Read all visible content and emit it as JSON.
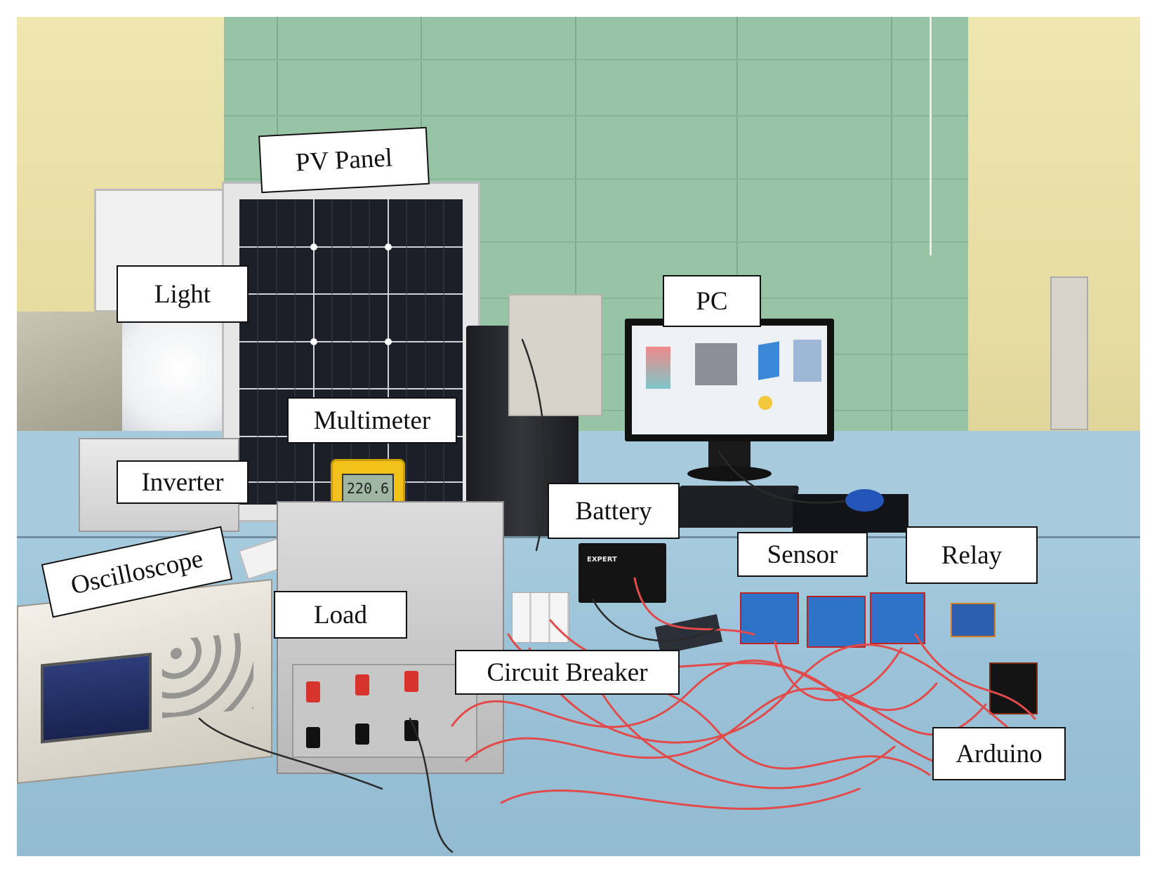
{
  "figure": {
    "labels": {
      "pv_panel": "PV Panel",
      "light": "Light",
      "pc": "PC",
      "multimeter": "Multimeter",
      "inverter": "Inverter",
      "battery": "Battery",
      "oscilloscope": "Oscilloscope",
      "sensor": "Sensor",
      "relay": "Relay",
      "load": "Load",
      "circuit_breaker": "Circuit Breaker",
      "arduino": "Arduino"
    },
    "multimeter_display": "220.6",
    "battery_brand": "EXPERT"
  },
  "colors": {
    "wall": "#e9dfa6",
    "blinds": "#97c4a5",
    "desk": "#9cc3d8",
    "pv_cells": "#1c1f28",
    "frame": "#e6e6e6",
    "wire_red": "#e24b4b",
    "multimeter_body": "#f2c21a"
  }
}
